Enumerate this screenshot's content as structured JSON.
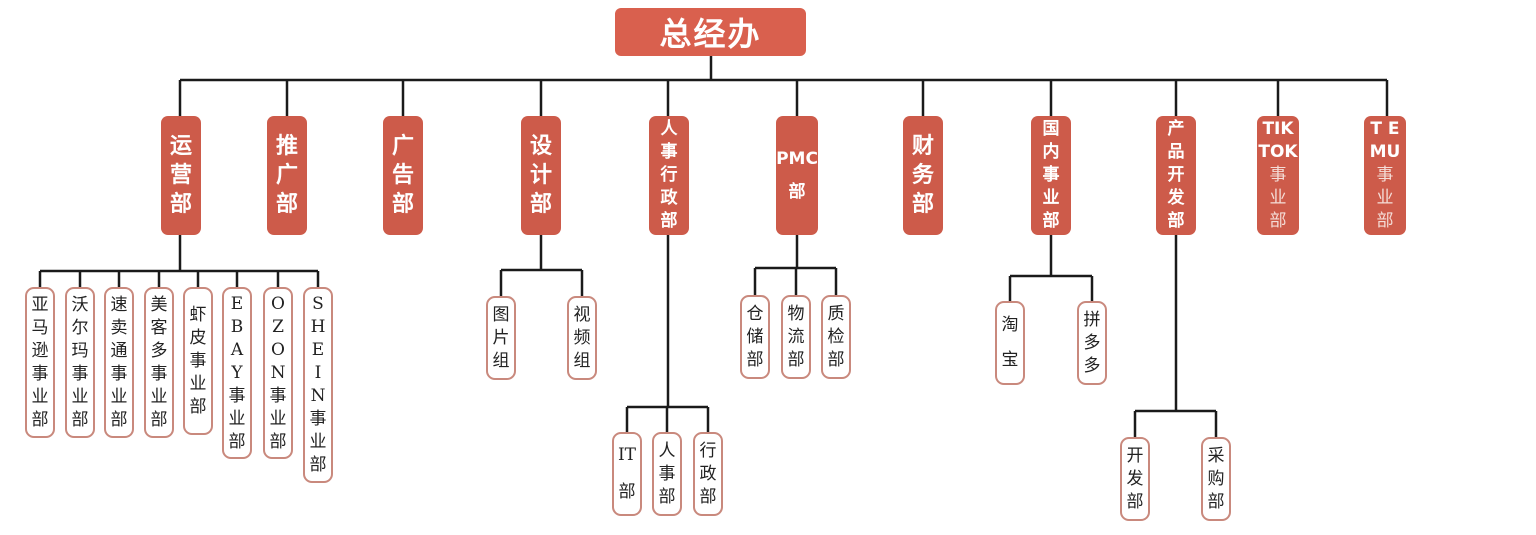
{
  "top": "总经办",
  "departments": [
    {
      "label": "运营部",
      "children": [
        "亚马逊事业部",
        "沃尔玛事业部",
        "速卖通事业部",
        "美客多事业部",
        "虾皮事业部",
        "EBAY事业部",
        "OZON事业部",
        "SHEIN事业部"
      ]
    },
    {
      "label": "推广部",
      "children": []
    },
    {
      "label": "广告部",
      "children": []
    },
    {
      "label": "设计部",
      "children": [
        "图片组",
        "视频组"
      ]
    },
    {
      "label": "人事行政部",
      "children": [
        "IT部",
        "人事部",
        "行政部"
      ]
    },
    {
      "label": "PMC部",
      "children": [
        "仓储部",
        "物流部",
        "质检部"
      ]
    },
    {
      "label": "财务部",
      "children": []
    },
    {
      "label": "国内事业部",
      "children": [
        "淘宝",
        "拼多多"
      ]
    },
    {
      "label": "产品开发部",
      "children": [
        "开发部",
        "采购部"
      ]
    },
    {
      "label": "TIKTOK事业部",
      "children": []
    },
    {
      "label": "TEMU事业部",
      "children": []
    }
  ],
  "colors": {
    "accent": "#cd5b4a",
    "leaf_border": "#c9897d",
    "line": "#1a1a1a"
  }
}
